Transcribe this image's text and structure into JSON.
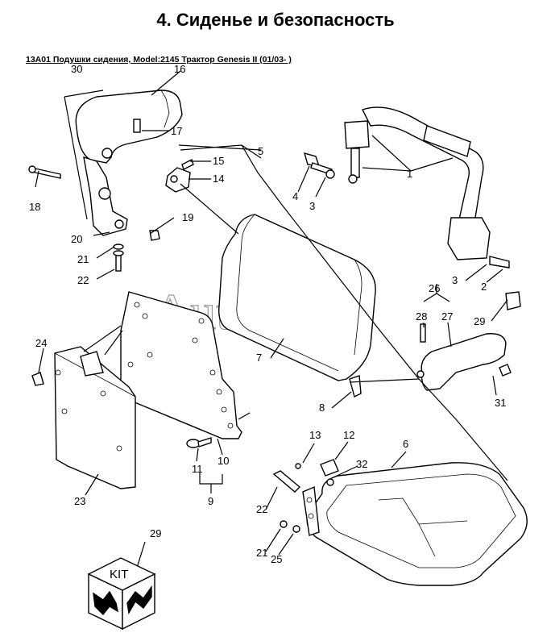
{
  "header": {
    "title": "4. Сиденье и безопасность",
    "subtitle": "13A01 Подушки сидения, Model:2145 Трактор Genesis II (01/03- )"
  },
  "watermark": "AutoSoft",
  "kit_label": "KIT",
  "callouts": [
    "1",
    "2",
    "3",
    "3",
    "4",
    "5",
    "6",
    "7",
    "8",
    "9",
    "10",
    "11",
    "12",
    "13",
    "14",
    "15",
    "16",
    "17",
    "18",
    "19",
    "20",
    "21",
    "21",
    "22",
    "22",
    "23",
    "24",
    "25",
    "26",
    "27",
    "28",
    "29",
    "29",
    "30",
    "31",
    "32"
  ]
}
